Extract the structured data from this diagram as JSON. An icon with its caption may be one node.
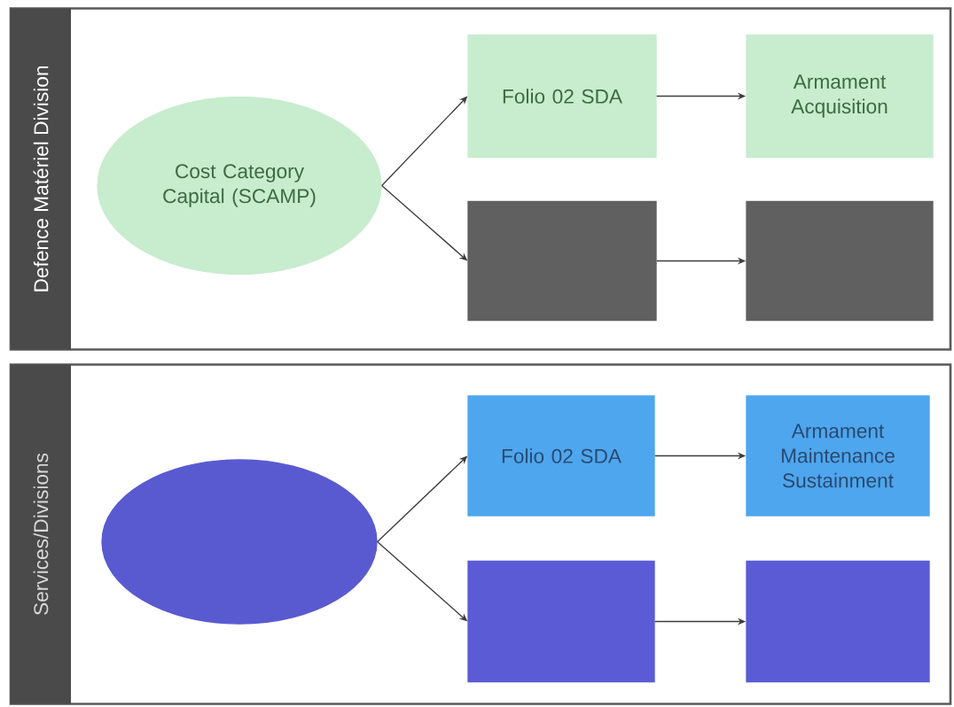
{
  "diagram": {
    "nodes": [
      {
        "text": [
          "Defence Matériel Division"
        ]
      },
      {
        "text": [
          "Cost Category Capital (SCAMP)"
        ],
        "in": 0
      },
      {
        "text": [
          "Folio 02 SDA"
        ],
        "in": 0
      },
      {
        "text": [
          "Armament Acquisition"
        ],
        "in": 0
      },
      {
        "text": [],
        "shape": "box",
        "in": 0
      },
      {
        "text": [],
        "shape": "box",
        "in": 0
      },
      {
        "text": [
          "Services/Divisions"
        ]
      },
      {
        "text": [],
        "shape": "ellipse",
        "in": 6
      },
      {
        "text": [
          "Folio 02 SDA"
        ],
        "in": 6
      },
      {
        "text": [
          "Armament Maintenance Sustainment"
        ],
        "in": 6
      },
      {
        "text": [],
        "shape": "box",
        "in": 6
      },
      {
        "text": [],
        "shape": "box",
        "in": 6
      }
    ],
    "edges": [
      {
        "from": 1,
        "to": 2,
        "arrow": "to"
      },
      {
        "from": 1,
        "to": 4,
        "arrow": "to"
      },
      {
        "from": 2,
        "to": 3,
        "arrow": "to"
      },
      {
        "from": 4,
        "to": 5,
        "arrow": "to"
      },
      {
        "from": 7,
        "to": 8,
        "arrow": "to"
      },
      {
        "from": 7,
        "to": 10,
        "arrow": "to"
      },
      {
        "from": 8,
        "to": 9,
        "arrow": "to"
      },
      {
        "from": 10,
        "to": 11,
        "arrow": "to"
      }
    ]
  }
}
